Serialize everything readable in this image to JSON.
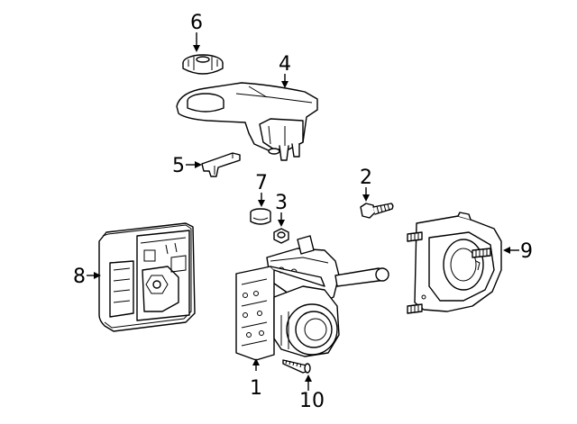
{
  "diagram": {
    "callouts": [
      {
        "id": "1",
        "label": "1"
      },
      {
        "id": "2",
        "label": "2"
      },
      {
        "id": "3",
        "label": "3"
      },
      {
        "id": "4",
        "label": "4"
      },
      {
        "id": "5",
        "label": "5"
      },
      {
        "id": "6",
        "label": "6"
      },
      {
        "id": "7",
        "label": "7"
      },
      {
        "id": "8",
        "label": "8"
      },
      {
        "id": "9",
        "label": "9"
      },
      {
        "id": "10",
        "label": "10"
      }
    ],
    "parts": [
      {
        "callout": "1",
        "icon": "abs-hydraulic-modulator-icon"
      },
      {
        "callout": "2",
        "icon": "bolt-icon"
      },
      {
        "callout": "3",
        "icon": "nut-icon"
      },
      {
        "callout": "4",
        "icon": "reservoir-icon"
      },
      {
        "callout": "5",
        "icon": "retainer-clip-icon"
      },
      {
        "callout": "6",
        "icon": "reservoir-cap-icon"
      },
      {
        "callout": "7",
        "icon": "grommet-icon"
      },
      {
        "callout": "8",
        "icon": "control-module-icon"
      },
      {
        "callout": "9",
        "icon": "gasket-plate-icon"
      },
      {
        "callout": "10",
        "icon": "screw-icon"
      }
    ]
  }
}
